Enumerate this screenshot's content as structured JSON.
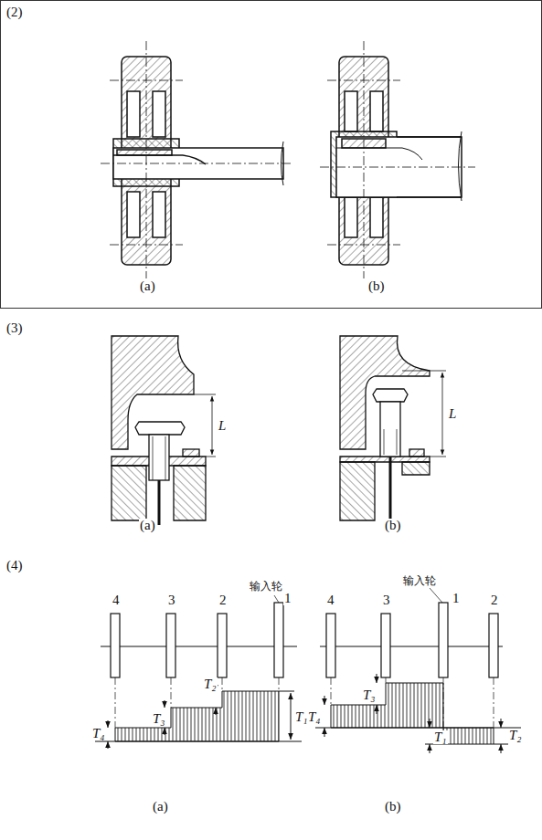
{
  "diagram": {
    "labels": [
      "(2)",
      "(a)",
      "(b)",
      "(3)",
      "L",
      "L",
      "(a)",
      "(b)",
      "(4)",
      "4",
      "3",
      "2",
      "1",
      "输入轮",
      "T₁",
      "T₂",
      "T₃",
      "T₄",
      "4",
      "3",
      "1",
      "2",
      "输入轮",
      "T₄",
      "T₃",
      "T₁",
      "T₂",
      "(a)",
      "(b)"
    ]
  }
}
